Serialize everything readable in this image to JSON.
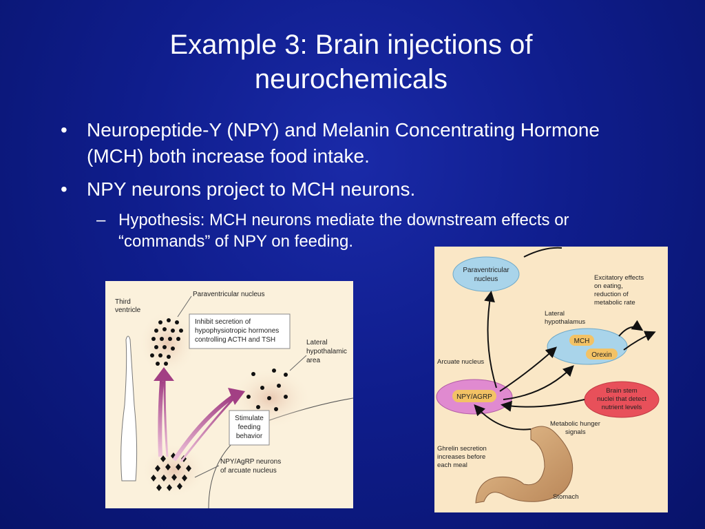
{
  "slide": {
    "title_line1": "Example 3: Brain injections of",
    "title_line2": "neurochemicals",
    "bullet1": "Neuropeptide-Y (NPY) and Melanin Concentrating Hormone (MCH) both increase food intake.",
    "bullet2": "NPY neurons project to MCH neurons.",
    "sub1": "Hypothesis: MCH neurons mediate the downstream effects or “commands” of NPY on feeding.",
    "bullet_symbol": "•",
    "dash_symbol": "–"
  },
  "figure_left": {
    "third_ventricle_1": "Third",
    "third_ventricle_2": "ventricle",
    "pvn": "Paraventricular nucleus",
    "inhibit_1": "Inhibit secretion of",
    "inhibit_2": "hypophysiotropic hormones",
    "inhibit_3": "controlling ACTH and TSH",
    "lha_1": "Lateral",
    "lha_2": "hypothalamic",
    "lha_3": "area",
    "stim_1": "Stimulate",
    "stim_2": "feeding",
    "stim_3": "behavior",
    "npy_1": "NPY/AgRP neurons",
    "npy_2": "of arcuate nucleus"
  },
  "figure_right": {
    "pvn_1": "Paraventricular",
    "pvn_2": "nucleus",
    "excit_1": "Excitatory effects",
    "excit_2": "on eating,",
    "excit_3": "reduction of",
    "excit_4": "metabolic rate",
    "lat_1": "Lateral",
    "lat_2": "hypothalamus",
    "mch": "MCH",
    "orexin": "Orexin",
    "arcuate": "Arcuate nucleus",
    "npyagrp": "NPY/AGRP",
    "brainstem_1": "Brain stem",
    "brainstem_2": "nuclei that detect",
    "brainstem_3": "nutrient levels",
    "metab_1": "Metabolic hunger",
    "metab_2": "signals",
    "ghrelin_1": "Ghrelin secretion",
    "ghrelin_2": "increases before",
    "ghrelin_3": "each meal",
    "stomach": "Stomach"
  },
  "colors": {
    "background": "#0f1d8c",
    "text": "#ffffff",
    "arrow_pink": "#b04a8c",
    "ellipse_blue": "#a9d4ea",
    "ellipse_pink": "#e08ad0",
    "ellipse_red": "#e8505a"
  }
}
